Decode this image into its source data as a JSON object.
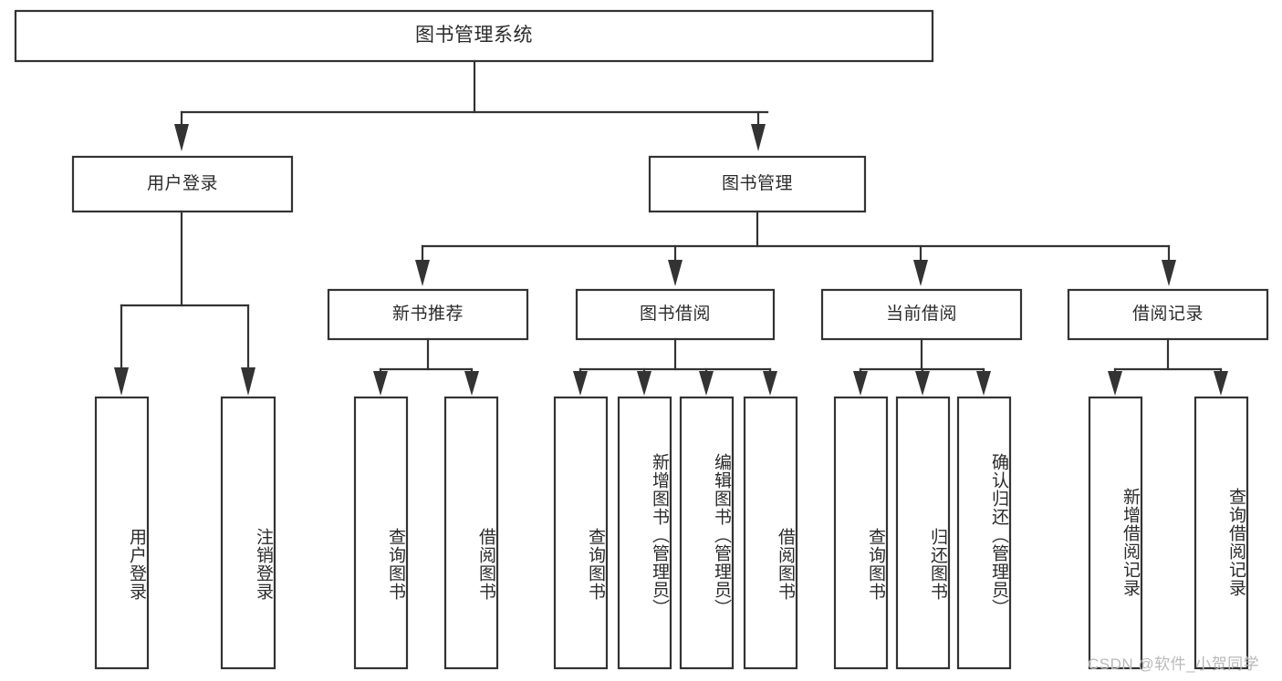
{
  "diagram": {
    "type": "tree-hierarchy-chart",
    "title": "图书管理系统",
    "colors": {
      "stroke": "#333333",
      "box_fill": "#ffffff",
      "text": "#2b2b2b",
      "background": "#ffffff",
      "watermark": "#b9b9b9"
    },
    "levels": {
      "root": {
        "label": "图书管理系统"
      },
      "level2": [
        {
          "id": "user-login",
          "label": "用户登录"
        },
        {
          "id": "book-management",
          "label": "图书管理"
        }
      ],
      "level3": [
        {
          "id": "new-book-recommend",
          "label": "新书推荐"
        },
        {
          "id": "book-borrow",
          "label": "图书借阅"
        },
        {
          "id": "current-borrow",
          "label": "当前借阅"
        },
        {
          "id": "borrow-record",
          "label": "借阅记录"
        }
      ],
      "leaves": {
        "user_login": [
          {
            "id": "leaf-user-login",
            "label": "用户登录"
          },
          {
            "id": "leaf-logout-login",
            "label": "注销登录"
          }
        ],
        "new_book_recommend": [
          {
            "id": "leaf-query-book-1",
            "label": "查询图书"
          },
          {
            "id": "leaf-borrow-book-1",
            "label": "借阅图书"
          }
        ],
        "book_borrow": [
          {
            "id": "leaf-query-book-2",
            "label": "查询图书"
          },
          {
            "id": "leaf-add-book",
            "label": "新增图书（管理员）"
          },
          {
            "id": "leaf-edit-book",
            "label": "编辑图书（管理员）"
          },
          {
            "id": "leaf-borrow-book-2",
            "label": "借阅图书"
          }
        ],
        "current_borrow": [
          {
            "id": "leaf-query-book-3",
            "label": "查询图书"
          },
          {
            "id": "leaf-return-book",
            "label": "归还图书"
          },
          {
            "id": "leaf-confirm-return",
            "label": "确认归还（管理员）"
          }
        ],
        "borrow_record": [
          {
            "id": "leaf-add-record",
            "label": "新增借阅记录"
          },
          {
            "id": "leaf-query-record",
            "label": "查询借阅记录"
          }
        ]
      }
    },
    "watermark": "CSDN @软件_小贺同学"
  }
}
